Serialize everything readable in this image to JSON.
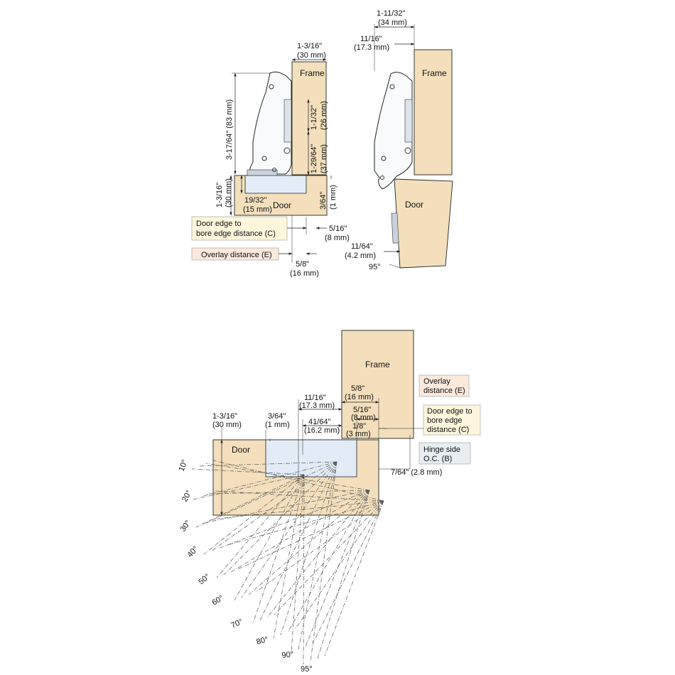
{
  "colors": {
    "wood": "#f3dfbc",
    "plate": "#e2ecf6",
    "callout_overlay": "#fbe9dc",
    "callout_bore": "#fdf6dc",
    "callout_hinge": "#e8edf1",
    "line": "#222222"
  },
  "labels": {
    "frame": "Frame",
    "door": "Door"
  },
  "callouts": {
    "door_edge_line1": "Door edge to",
    "door_edge_line2": "bore edge distance (C)",
    "overlay": "Overlay distance (E)",
    "overlay_line1": "Overlay",
    "overlay_line2": "distance (E)",
    "bore_line1": "Door edge to",
    "bore_line2": "bore edge",
    "bore_line3": "distance (C)",
    "hinge_line1": "Hinge side",
    "hinge_line2": "O.C. (B)"
  },
  "top_left_dims": {
    "frame_thickness_in": "1-3/16\"",
    "frame_thickness_mm": "(30 mm)",
    "height_total": "3-17/64\" (83 mm)",
    "d_1_1_32": "1-1/32\"",
    "d_26mm": "(26 mm)",
    "d_1_29_64": "1-29/64\"",
    "d_37mm": "(37 mm)",
    "door_thk_in": "1-3/16\"",
    "door_thk_mm": "(30 mm)",
    "cup_depth_in": "19/32\"",
    "cup_depth_mm": "(15 mm)",
    "gap_in": "3/64\"",
    "gap_mm": "(1 mm)",
    "c_in": "5/16\"",
    "c_mm": "(8 mm)",
    "e_in": "5/8\"",
    "e_mm": "(16 mm)"
  },
  "top_right_dims": {
    "top_in": "1-11/32\"",
    "top_mm": "(34 mm)",
    "second_in": "11/16\"",
    "second_mm": "(17.3 mm)",
    "side_in": "11/64\"",
    "side_mm": "(4.2 mm)",
    "angle": "95°"
  },
  "bottom_dims": {
    "door_thk_in": "1-3/16\"",
    "door_thk_mm": "(30 mm)",
    "gap_in": "3/64\"",
    "gap_mm": "(1 mm)",
    "a_in": "11/16\"",
    "a_mm": "(17.3 mm)",
    "b_in": "41/64\"",
    "b_mm": "(16.2 mm)",
    "e_in": "5/8\"",
    "e_mm": "(16 mm)",
    "c_in": "5/16\"",
    "c_mm": "(8 mm)",
    "f_in": "1/8\"",
    "f_mm": "(3 mm)",
    "side": "7/64\" (2.8 mm)"
  },
  "angles": [
    "10°",
    "20°",
    "30°",
    "40°",
    "50°",
    "60°",
    "70°",
    "80°",
    "90°",
    "95°"
  ]
}
